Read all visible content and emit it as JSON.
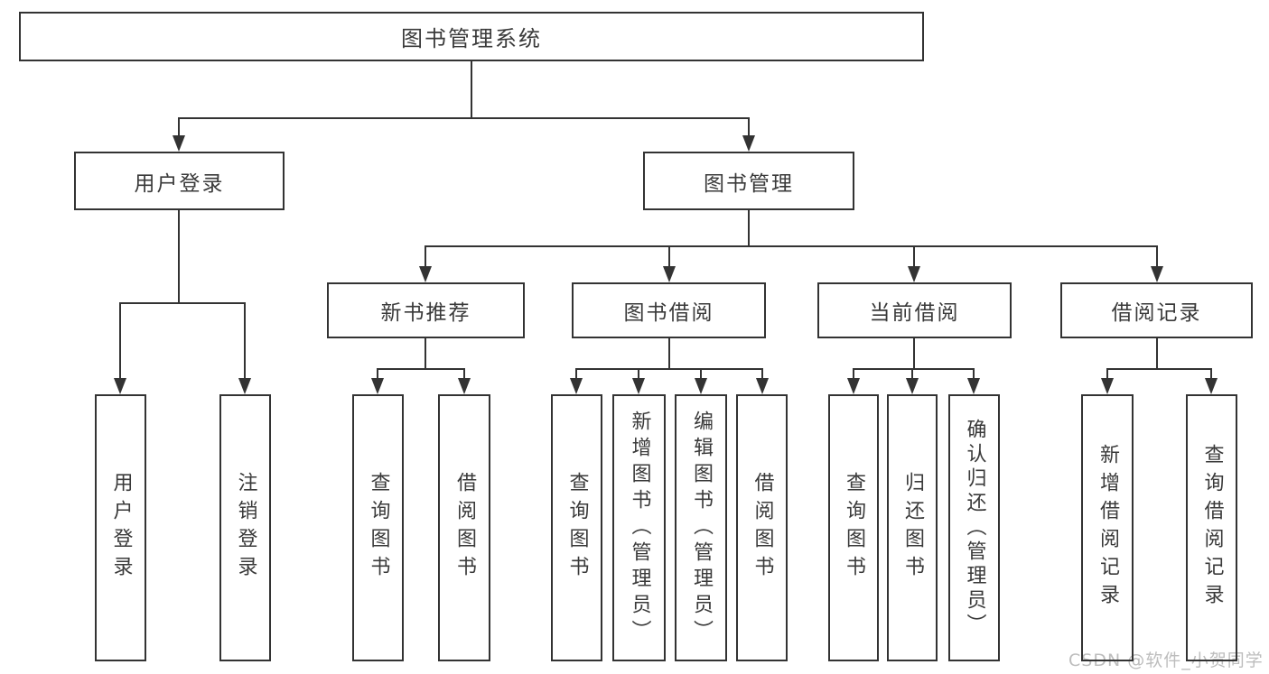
{
  "diagram": {
    "root": "图书管理系统",
    "level2": [
      {
        "label": "用户登录"
      },
      {
        "label": "图书管理"
      }
    ],
    "level3": [
      {
        "label": "新书推荐"
      },
      {
        "label": "图书借阅"
      },
      {
        "label": "当前借阅"
      },
      {
        "label": "借阅记录"
      }
    ],
    "leaves": {
      "user_login": [
        {
          "label": "用户登录"
        },
        {
          "label": "注销登录"
        }
      ],
      "new_books": [
        {
          "label": "查询图书"
        },
        {
          "label": "借阅图书"
        }
      ],
      "book_borrow": [
        {
          "label": "查询图书"
        },
        {
          "label": "新增图书（管理员）"
        },
        {
          "label": "编辑图书（管理员）"
        },
        {
          "label": "借阅图书"
        }
      ],
      "current_borrow": [
        {
          "label": "查询图书"
        },
        {
          "label": "归还图书"
        },
        {
          "label": "确认归还（管理员）"
        }
      ],
      "borrow_records": [
        {
          "label": "新增借阅记录"
        },
        {
          "label": "查询借阅记录"
        }
      ]
    }
  },
  "watermark": {
    "text": "CSDN @软件_小贺同学"
  },
  "colors": {
    "line": "#333333",
    "text": "#3a3a3a",
    "watermark": "#bdbdbd",
    "background": "#ffffff"
  }
}
